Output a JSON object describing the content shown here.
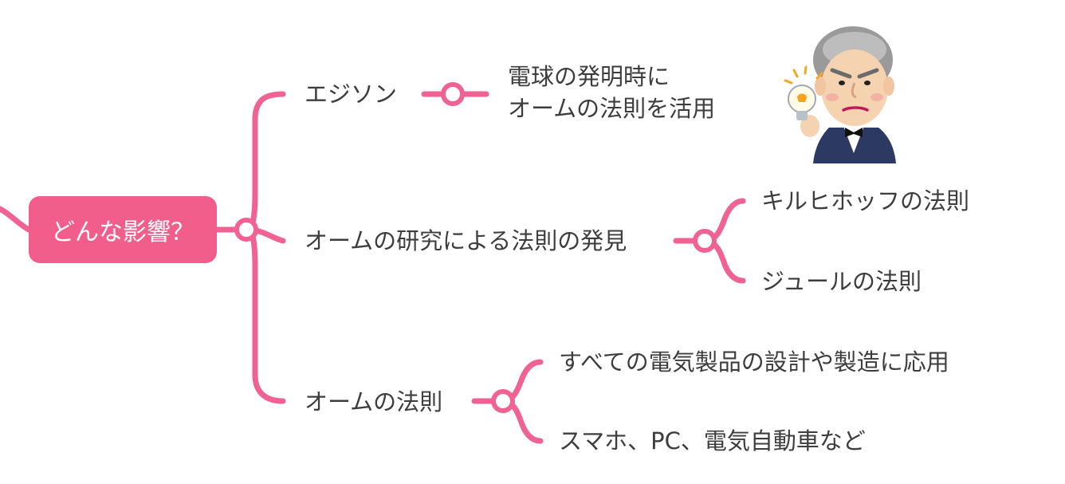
{
  "colors": {
    "accent": "#f06292",
    "root_bg": "#f25e8c",
    "text": "#3d3d3d"
  },
  "root": {
    "label": "どんな影響？"
  },
  "branches": [
    {
      "label": "エジソン",
      "children": [
        {
          "lines": [
            "電球の発明時に",
            "オームの法則を活用"
          ]
        }
      ]
    },
    {
      "label": "オームの研究による法則の発見",
      "children": [
        {
          "lines": [
            "キルヒホッフの法則"
          ]
        },
        {
          "lines": [
            "ジュールの法則"
          ]
        }
      ]
    },
    {
      "label": "オームの法則",
      "children": [
        {
          "lines": [
            "すべての電気製品の設計や製造に応用"
          ]
        },
        {
          "lines": [
            "スマホ、PC、電気自動車など"
          ]
        }
      ]
    }
  ],
  "illustration": {
    "icon": "edison-portrait-with-lightbulb"
  }
}
